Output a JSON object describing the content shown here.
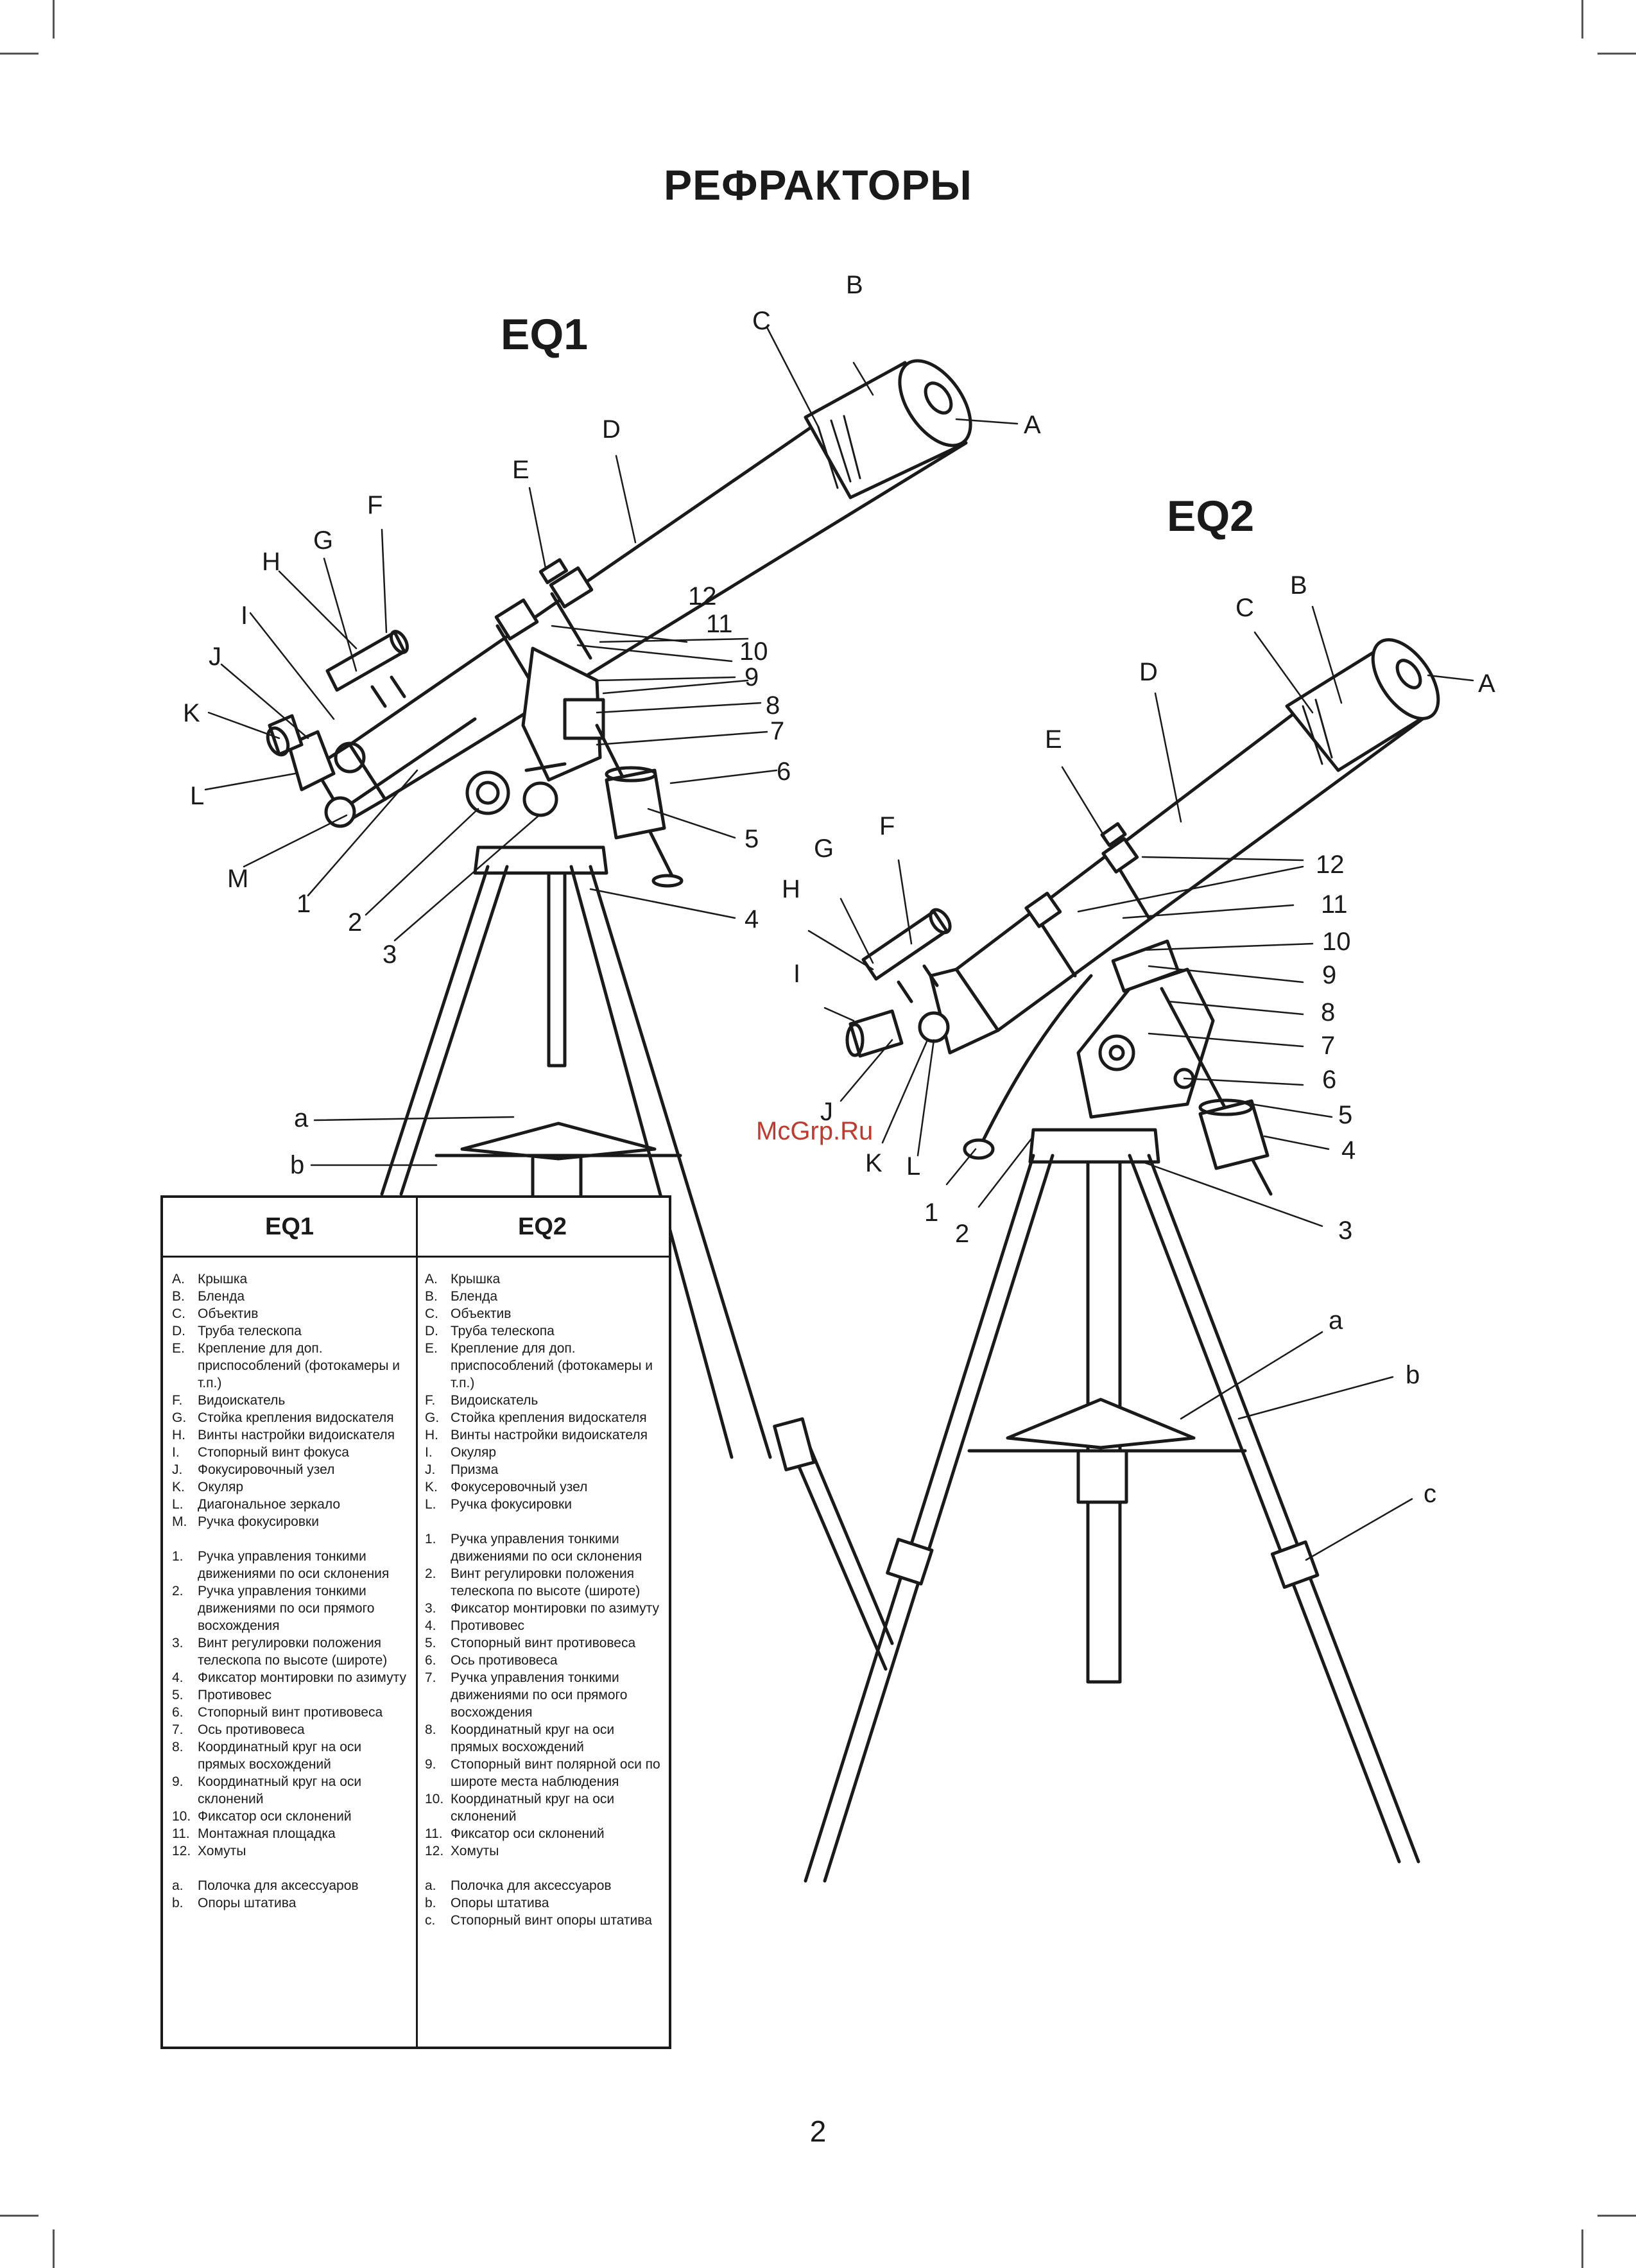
{
  "title": "РЕФРАКТОРЫ",
  "page_number": "2",
  "watermark": "McGrp.Ru",
  "models": {
    "eq1": {
      "title": "EQ1",
      "callouts": [
        "A",
        "B",
        "C",
        "D",
        "E",
        "F",
        "G",
        "H",
        "I",
        "J",
        "K",
        "L",
        "M",
        "1",
        "2",
        "3",
        "4",
        "5",
        "6",
        "7",
        "8",
        "9",
        "10",
        "11",
        "12",
        "a",
        "b"
      ]
    },
    "eq2": {
      "title": "EQ2",
      "callouts": [
        "A",
        "B",
        "C",
        "D",
        "E",
        "F",
        "G",
        "H",
        "I",
        "J",
        "K",
        "L",
        "1",
        "2",
        "3",
        "4",
        "5",
        "6",
        "7",
        "8",
        "9",
        "10",
        "11",
        "12",
        "a",
        "b",
        "c"
      ]
    }
  },
  "legend": {
    "eq1": {
      "header": "EQ1",
      "items": [
        {
          "key": "A.",
          "text": "Крышка"
        },
        {
          "key": "B.",
          "text": "Бленда"
        },
        {
          "key": "C.",
          "text": "Объектив"
        },
        {
          "key": "D.",
          "text": "Труба телескопа"
        },
        {
          "key": "E.",
          "text": "Крепление для доп. приспособлений (фотокамеры и т.п.)"
        },
        {
          "key": "F.",
          "text": "Видоискатель"
        },
        {
          "key": "G.",
          "text": "Стойка крепления видоскателя"
        },
        {
          "key": "H.",
          "text": "Винты настройки видоискателя"
        },
        {
          "key": "I.",
          "text": "Стопорный винт фокуса"
        },
        {
          "key": "J.",
          "text": "Фокусировочный узел"
        },
        {
          "key": "K.",
          "text": "Окуляр"
        },
        {
          "key": "L.",
          "text": "Диагональное зеркало"
        },
        {
          "key": "M.",
          "text": "Ручка фокусировки"
        },
        {
          "key": "1.",
          "text": "Ручка управления тонкими движениями по оси склонения",
          "gap": true
        },
        {
          "key": "2.",
          "text": "Ручка управления тонкими движениями по оси прямого восхождения"
        },
        {
          "key": "3.",
          "text": "Винт регулировки положения телескопа по высоте (широте)"
        },
        {
          "key": "4.",
          "text": "Фиксатор монтировки по азимуту"
        },
        {
          "key": "5.",
          "text": "Противовес"
        },
        {
          "key": "6.",
          "text": "Стопорный винт противовеса"
        },
        {
          "key": "7.",
          "text": "Ось противовеса"
        },
        {
          "key": "8.",
          "text": "Координатный круг на оси прямых восхождений"
        },
        {
          "key": "9.",
          "text": "Координатный круг на оси склонений"
        },
        {
          "key": "10.",
          "text": "Фиксатор оси склонений"
        },
        {
          "key": "11.",
          "text": "Монтажная площадка"
        },
        {
          "key": "12.",
          "text": "Хомуты"
        },
        {
          "key": "a.",
          "text": "Полочка для аксессуаров",
          "gap": true
        },
        {
          "key": "b.",
          "text": "Опоры штатива"
        }
      ]
    },
    "eq2": {
      "header": "EQ2",
      "items": [
        {
          "key": "A.",
          "text": "Крышка"
        },
        {
          "key": "B.",
          "text": "Бленда"
        },
        {
          "key": "C.",
          "text": "Объектив"
        },
        {
          "key": "D.",
          "text": "Труба телескопа"
        },
        {
          "key": "E.",
          "text": "Крепление для доп. приспособлений (фотокамеры и т.п.)"
        },
        {
          "key": "F.",
          "text": "Видоискатель"
        },
        {
          "key": "G.",
          "text": "Стойка крепления видоскателя"
        },
        {
          "key": "H.",
          "text": "Винты настройки видоискателя"
        },
        {
          "key": "I.",
          "text": "Окуляр"
        },
        {
          "key": "J.",
          "text": "Призма"
        },
        {
          "key": "K.",
          "text": "Фокусеровочный узел"
        },
        {
          "key": "L.",
          "text": "Ручка фокусировки"
        },
        {
          "key": "1.",
          "text": "Ручка управления тонкими движениями по оси склонения",
          "gap": true
        },
        {
          "key": "2.",
          "text": "Винт регулировки положения телескопа по высоте (широте)"
        },
        {
          "key": "3.",
          "text": "Фиксатор монтировки по азимуту"
        },
        {
          "key": "4.",
          "text": "Противовес"
        },
        {
          "key": "5.",
          "text": "Стопорный винт противовеса"
        },
        {
          "key": "6.",
          "text": "Ось противовеса"
        },
        {
          "key": "7.",
          "text": "Ручка управления тонкими движениями по оси прямого восхождения"
        },
        {
          "key": "8.",
          "text": "Координатный круг на оси прямых восхождений"
        },
        {
          "key": "9.",
          "text": "Стопорный винт полярной оси по широте места наблюдения"
        },
        {
          "key": "10.",
          "text": "Координатный круг на оси склонений"
        },
        {
          "key": "11.",
          "text": "Фиксатор оси склонений"
        },
        {
          "key": "12.",
          "text": "Хомуты"
        },
        {
          "key": "a.",
          "text": "Полочка для аксессуаров",
          "gap": true
        },
        {
          "key": "b.",
          "text": "Опоры штатива"
        },
        {
          "key": "c.",
          "text": "Стопорный винт опоры штатива"
        }
      ]
    }
  }
}
